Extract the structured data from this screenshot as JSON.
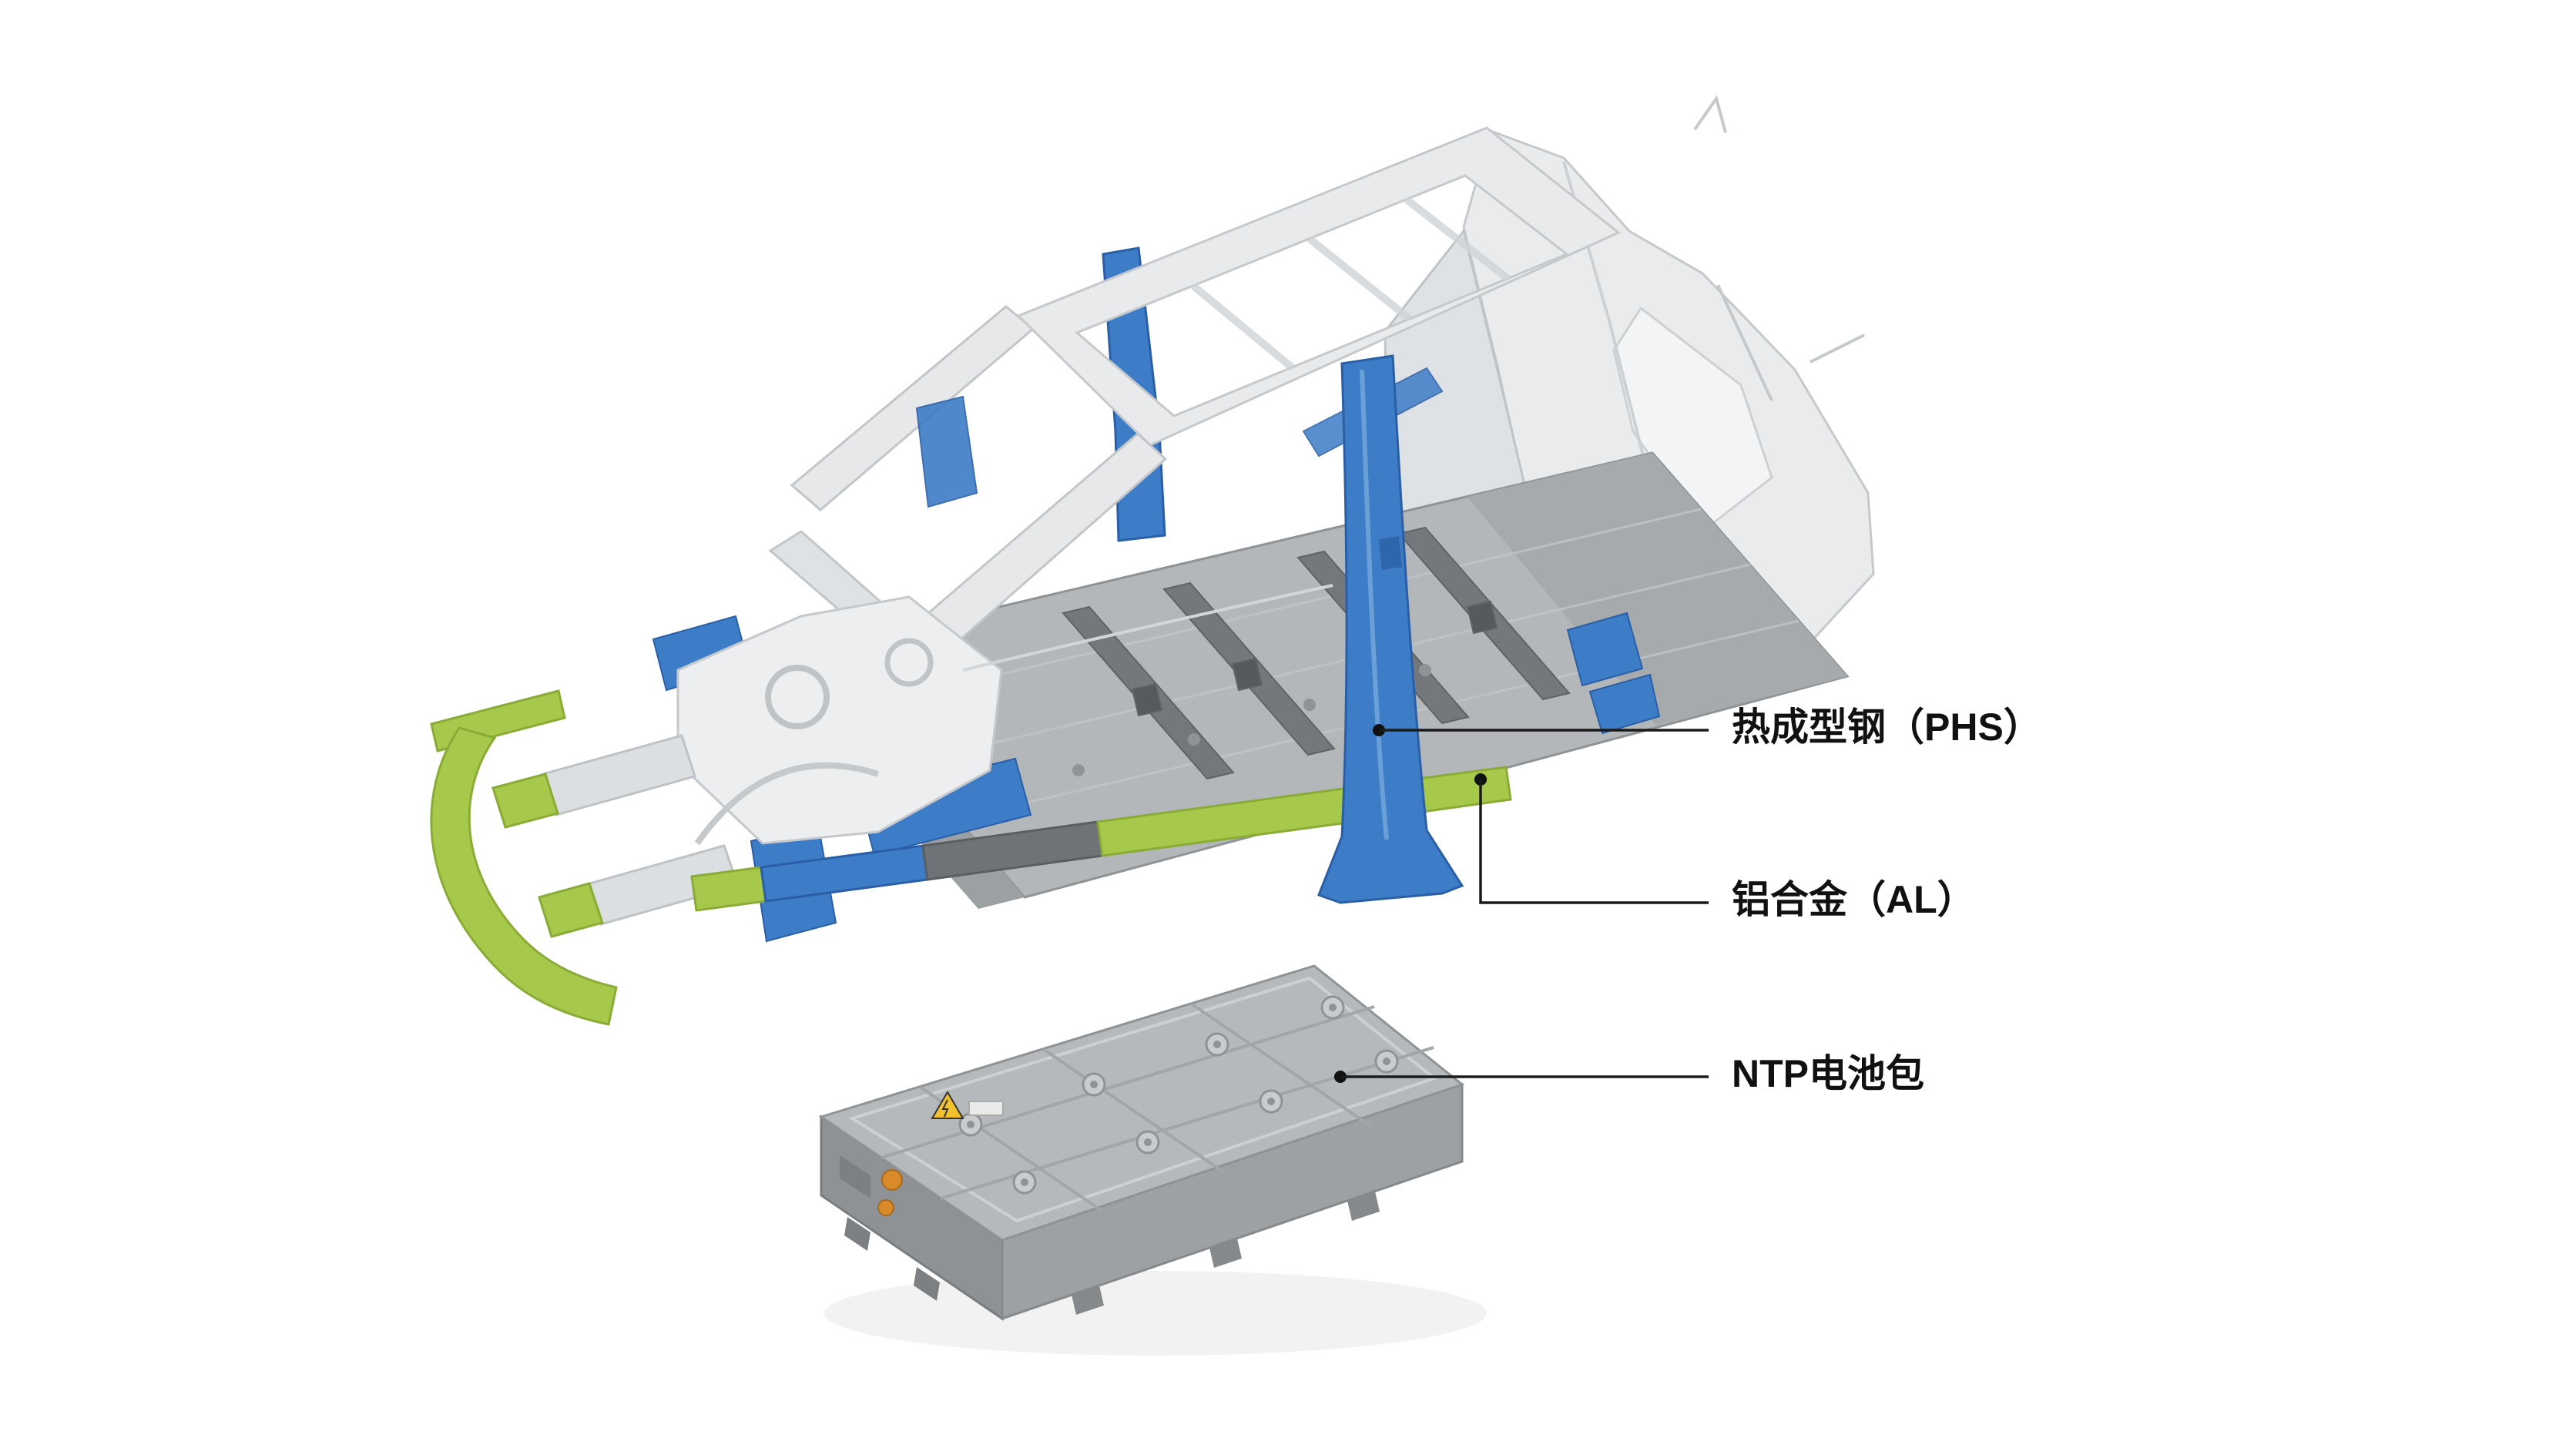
{
  "page": {
    "background": "#ffffff",
    "type": "automotive-body-in-white-material-diagram"
  },
  "diagram": {
    "annotations": [
      {
        "id": "phs",
        "label": "热成型钢（PHS）",
        "target": "b-pillar-hot-formed-steel",
        "highlight_color": "#3d7cc6"
      },
      {
        "id": "al",
        "label": "铝合金（AL）",
        "target": "rocker-sill-aluminum",
        "highlight_color": "#a6c94b"
      },
      {
        "id": "ntp",
        "label": "NTP电池包",
        "target": "battery-pack",
        "highlight_color": "#b6b9bc"
      }
    ],
    "colors": {
      "hot_formed_steel": "#3d7cc6",
      "aluminum": "#a6c94b",
      "body_shell": "#e8eaeb",
      "floor": "#b3b7ba",
      "crossmember": "#74787c",
      "battery_top": "#b6b9bc",
      "battery_side": "#9da1a4",
      "leader": "#1a1a1a",
      "warning_sticker": "#f2c12e",
      "connector_orange": "#d98a2b"
    }
  }
}
